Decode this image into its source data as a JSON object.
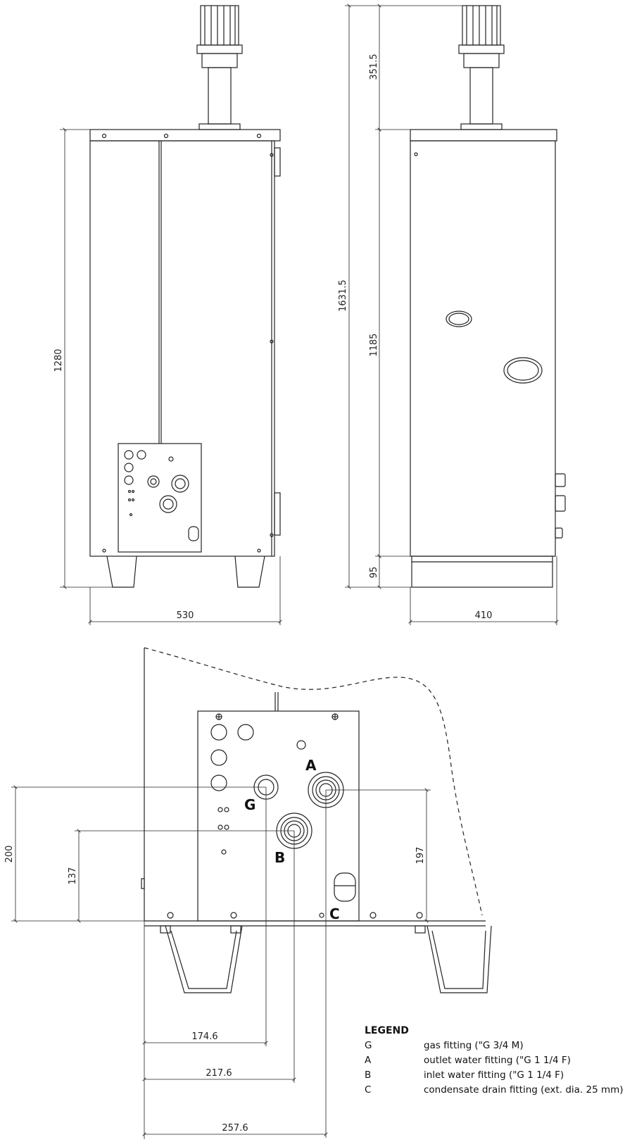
{
  "dimensions": {
    "front_height": "1280",
    "front_width": "530",
    "overall_height": "1631.5",
    "flue_height": "351.5",
    "body_height": "1185",
    "foot_height": "95",
    "side_width": "410",
    "detail_gas_height": "200",
    "detail_inlet_height": "137",
    "detail_outlet_height": "197",
    "detail_gas_offset": "174.6",
    "detail_inlet_offset": "217.6",
    "detail_outlet_offset": "257.6"
  },
  "labels": {
    "g": "G",
    "a": "A",
    "b": "B",
    "c": "C"
  },
  "legend": {
    "title": "LEGEND",
    "items": [
      {
        "code": "G",
        "text": "gas fitting (\"G 3/4 M)"
      },
      {
        "code": "A",
        "text": "outlet water fitting (\"G 1 1/4 F)"
      },
      {
        "code": "B",
        "text": "inlet water fitting (\"G 1 1/4 F)"
      },
      {
        "code": "C",
        "text": "condensate drain fitting (ext. dia. 25 mm)"
      }
    ]
  }
}
